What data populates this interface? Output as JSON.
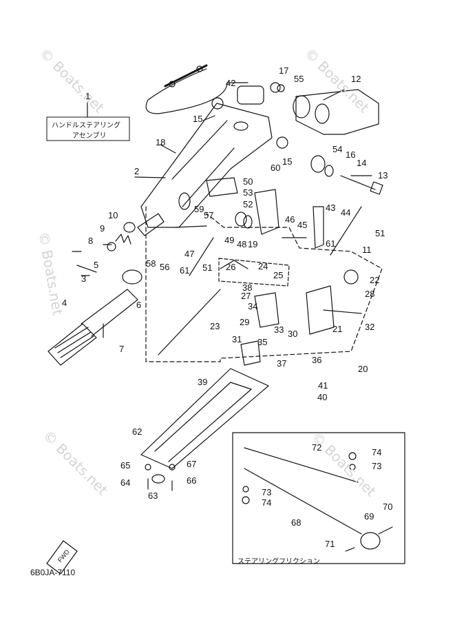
{
  "title_box": {
    "line1": "ハンドルステアリング",
    "line2": "アセンブリ"
  },
  "friction_box": {
    "caption": "ステアリングフリクション"
  },
  "diagram_code": "6B0JA-7110",
  "fwd_label": "FWD",
  "watermark": "© Boats.net",
  "callouts": {
    "c1": "1",
    "c2": "2",
    "c3": "3",
    "c4": "4",
    "c5": "5",
    "c6": "6",
    "c7": "7",
    "c8": "8",
    "c9": "9",
    "c10": "10",
    "c11": "11",
    "c12": "12",
    "c13": "13",
    "c14": "14",
    "c15a": "15",
    "c15b": "15",
    "c16": "16",
    "c17": "17",
    "c18": "18",
    "c19": "19",
    "c20": "20",
    "c21": "21",
    "c22": "22",
    "c23": "23",
    "c24": "24",
    "c25": "25",
    "c26": "26",
    "c27": "27",
    "c28": "28",
    "c29": "29",
    "c30": "30",
    "c31": "31",
    "c32": "32",
    "c33": "33",
    "c34": "34",
    "c35": "35",
    "c36": "36",
    "c37": "37",
    "c38": "38",
    "c39": "39",
    "c40": "40",
    "c41": "41",
    "c42": "42",
    "c43": "43",
    "c44": "44",
    "c45": "45",
    "c46": "46",
    "c47": "47",
    "c48": "48",
    "c49": "49",
    "c50": "50",
    "c51a": "51",
    "c51b": "51",
    "c52": "52",
    "c53": "53",
    "c54": "54",
    "c55": "55",
    "c56": "56",
    "c57": "57",
    "c58": "58",
    "c59": "59",
    "c60": "60",
    "c61a": "61",
    "c61b": "61",
    "c62": "62",
    "c63": "63",
    "c64": "64",
    "c65": "65",
    "c66": "66",
    "c67": "67",
    "c68": "68",
    "c69": "69",
    "c70": "70",
    "c71": "71",
    "c72": "72",
    "c73a": "73",
    "c73b": "73",
    "c74a": "74",
    "c74b": "74"
  }
}
